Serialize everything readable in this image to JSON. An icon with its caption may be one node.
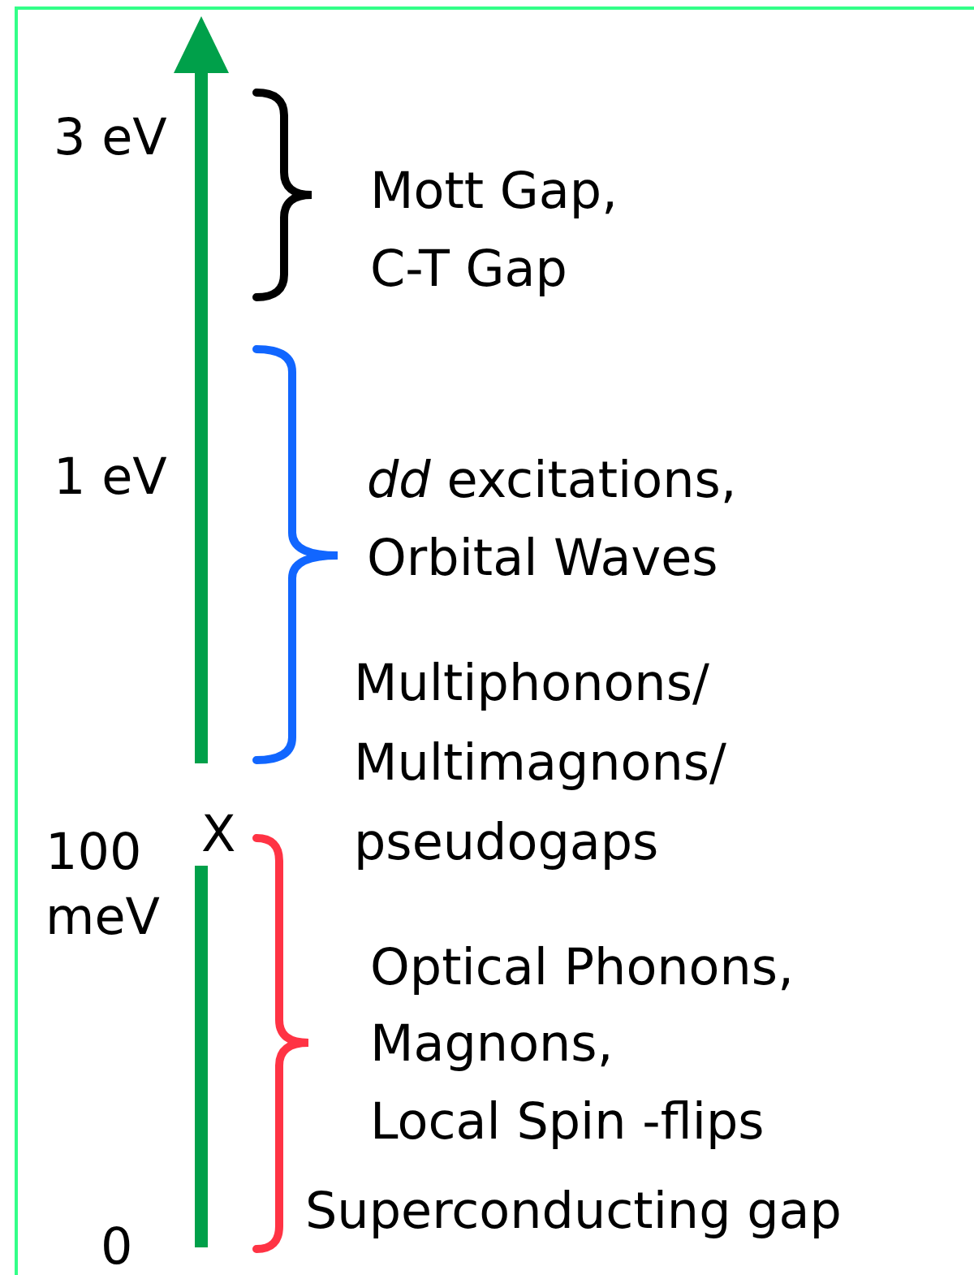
{
  "diagram": {
    "labels": [
      "3 eV",
      "Mott Gap, C-T Gap",
      "1 eV",
      "*dd* excitations, Orbital Waves",
      "Multiphonons/ Multimagnons/ pseudogaps",
      "X",
      "100 meV",
      "Optical Phonons,",
      "Magnons,",
      "Local Spin -flips",
      "Superconducting gap",
      "0"
    ]
  }
}
